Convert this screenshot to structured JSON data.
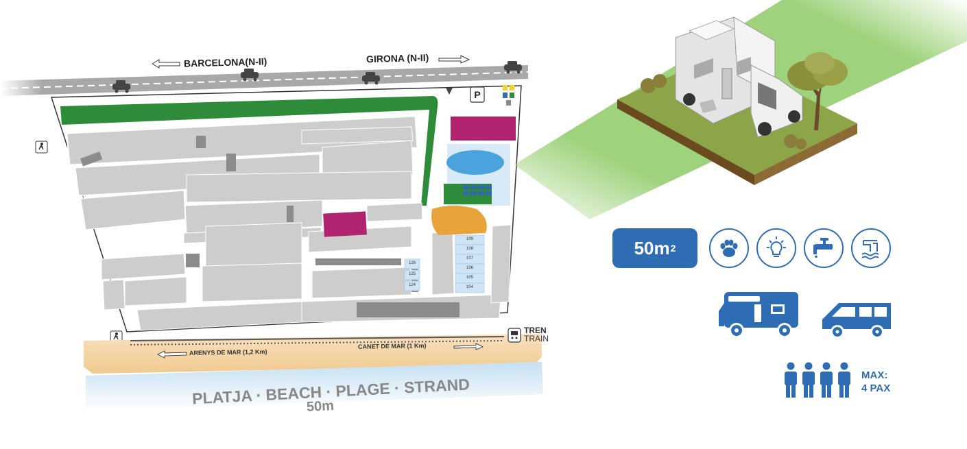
{
  "roads": {
    "barcelona": "BARCELONA(N-II)",
    "girona": "GIRONA (N-II)",
    "arenys": "ARENYS DE MAR (1,2 Km)",
    "canet": "CANET DE MAR (1 Km)"
  },
  "train": {
    "line1": "TREN",
    "line2": "TRAIN"
  },
  "beach": {
    "label": "PLATJA · BEACH · PLAGE · STRAND",
    "distance": "50m"
  },
  "parking": {
    "letter": "P"
  },
  "plots": {
    "right_column": [
      "109",
      "108",
      "107",
      "106",
      "105",
      "104"
    ],
    "middle_column": [
      "126",
      "125",
      "124"
    ]
  },
  "pitch": {
    "size": "50m",
    "size_sup": "2",
    "amenities": [
      "paw-icon",
      "lightbulb-icon",
      "water-tap-icon",
      "drain-icon"
    ],
    "vehicles": [
      "motorhome-icon",
      "van-icon"
    ],
    "capacity_label_line1": "MAX:",
    "capacity_label_line2": "4 PAX",
    "people_count": 4
  },
  "colors": {
    "accent_blue": "#2e6db4",
    "green": "#2e8b3a",
    "magenta": "#b0246f",
    "orange": "#e8a33a",
    "road_grey": "#9a9a9a",
    "plot_grey": "#cfcfcf",
    "beach_sand": "#f3d3a6",
    "sea_blue": "#cde4f5"
  }
}
